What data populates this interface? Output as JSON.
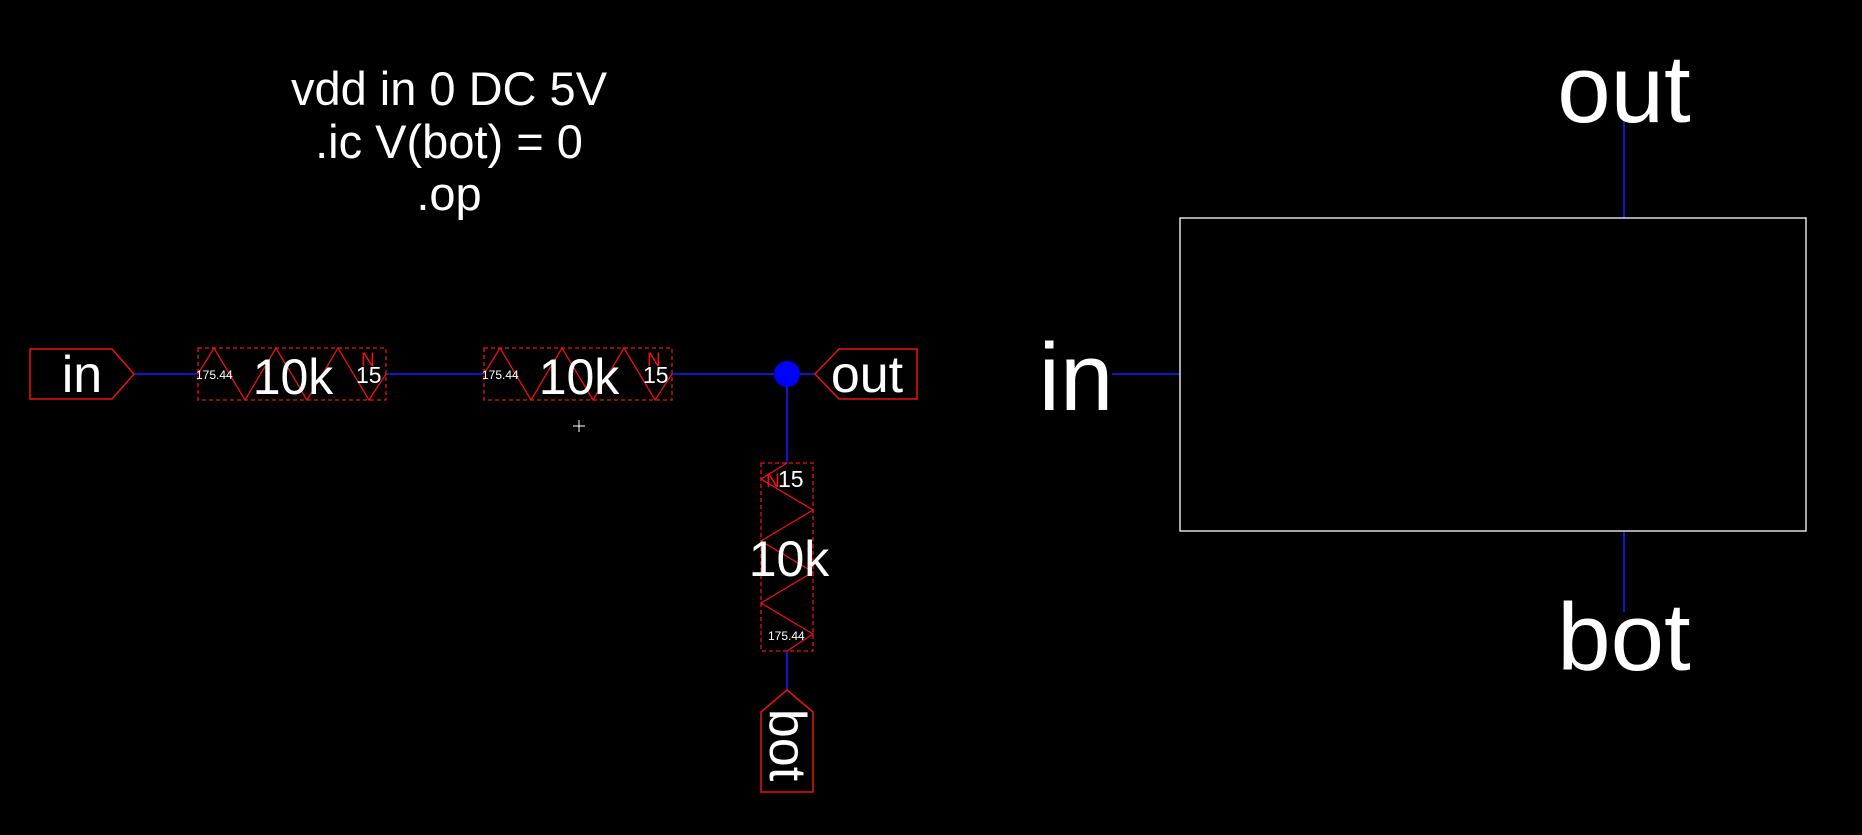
{
  "spice": {
    "line1": "vdd in 0 DC 5V",
    "line2": ".ic V(bot) = 0",
    "line3": ".op"
  },
  "pins": {
    "in": "in",
    "out": "out",
    "bot": "bot"
  },
  "resistors": [
    {
      "value": "10k",
      "current": "175.44",
      "node": "15",
      "marker": "N"
    },
    {
      "value": "10k",
      "current": "175.44",
      "node": "15",
      "marker": "N"
    },
    {
      "value": "10k",
      "current": "175.44",
      "node": "15",
      "marker": "N"
    }
  ],
  "symbol": {
    "in": "in",
    "out": "out",
    "bot": "bot"
  },
  "colors": {
    "background": "#000000",
    "wire": "#1a1aff",
    "component": "#ee1111",
    "text": "#ffffff",
    "junction": "#0000ff"
  }
}
